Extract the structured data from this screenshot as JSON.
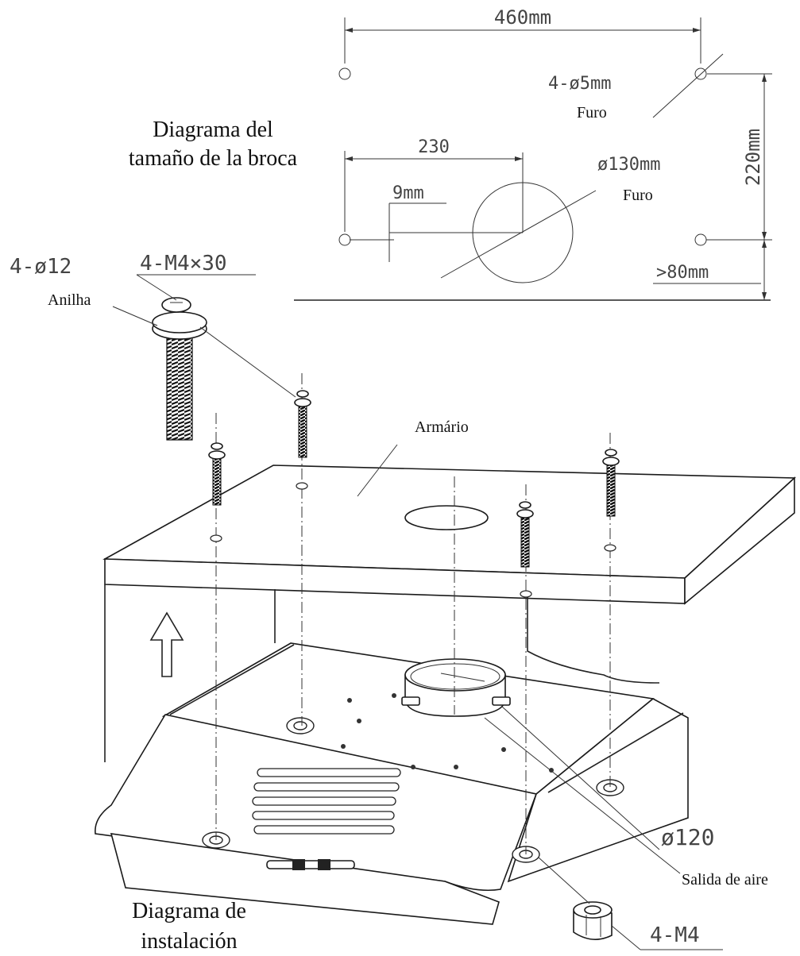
{
  "drill_diagram": {
    "title_line1": "Diagrama del",
    "title_line2": "tamaño de la broca",
    "dim_width": "460mm",
    "dim_half": "230",
    "dim_offset": "9mm",
    "dim_height": "220mm",
    "dim_min": ">80mm",
    "hole_small_label": "4-ø5mm",
    "hole_small_note": "Furo",
    "hole_large_label": "ø130mm",
    "hole_large_note": "Furo"
  },
  "install_diagram": {
    "washer_spec": "4-ø12",
    "screw_spec": "4-M4×30",
    "washer_label": "Anilha",
    "cabinet_label": "Armário",
    "outlet_diameter": "ø120",
    "outlet_label": "Salida de aire",
    "nut_spec": "4-M4",
    "title_line1": "Diagrama de",
    "title_line2": "instalación"
  }
}
